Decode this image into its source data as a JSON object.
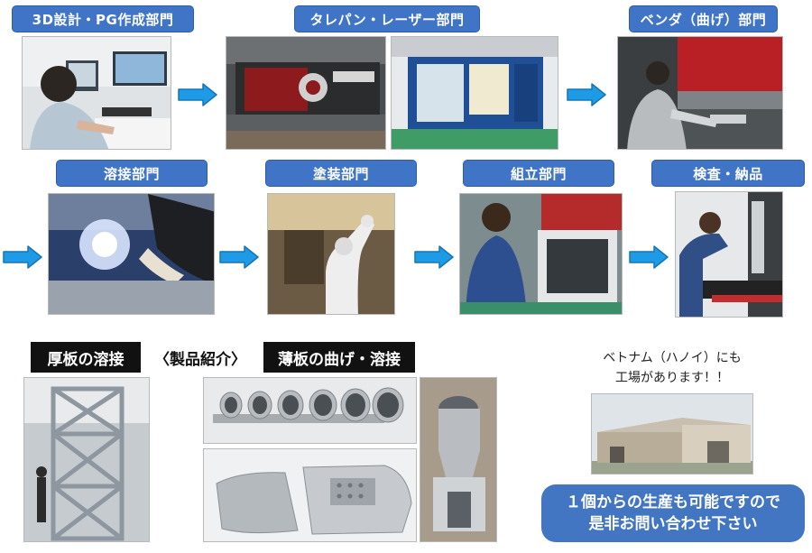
{
  "departments": {
    "design": "3D設計・PG作成部門",
    "turret_laser": "タレパン・レーザー部門",
    "bender": "ベンダ（曲げ）部門",
    "welding": "溶接部門",
    "painting": "塗装部門",
    "assembly": "組立部門",
    "inspection": "検査・納品"
  },
  "products": {
    "thick_label": "厚板の溶接",
    "intro_label": "〈製品紹介〉",
    "thin_label": "薄板の曲げ・溶接"
  },
  "vietnam": {
    "line1": "ベトナム（ハノイ）にも",
    "line2": "工場があります！！"
  },
  "cta": {
    "line1": "１個からの生産も可能ですので",
    "line2": "是非お問い合わせ下さい"
  },
  "colors": {
    "label_blue": "#3f74c6",
    "arrow_blue": "#1e9be6",
    "cta_blue": "#4376c2"
  }
}
